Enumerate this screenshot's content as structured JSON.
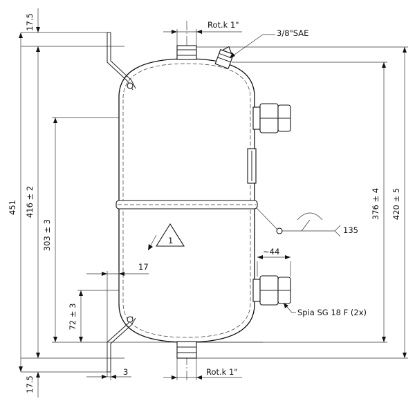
{
  "dimensions": {
    "top_margin": "17.5",
    "bottom_margin": "17.5",
    "overall_height": "451",
    "bracket_span": "416 ± 2",
    "port_span": "303 ± 3",
    "sight_offset": "72 ± 3",
    "body_height": "376 ± 4",
    "total_height": "420 ± 5",
    "port_projection": "~44",
    "bracket_width": "17",
    "bracket_thickness": "3",
    "weld_angle": "135"
  },
  "labels": {
    "top_connection": "Rot.k 1\"",
    "bottom_connection": "Rot.k 1\"",
    "sae_port": "3/8\"SAE",
    "sight_glass": "Spia SG 18 F (2x)",
    "note_marker": "1"
  },
  "colors": {
    "line": "#222222",
    "background": "#ffffff"
  }
}
